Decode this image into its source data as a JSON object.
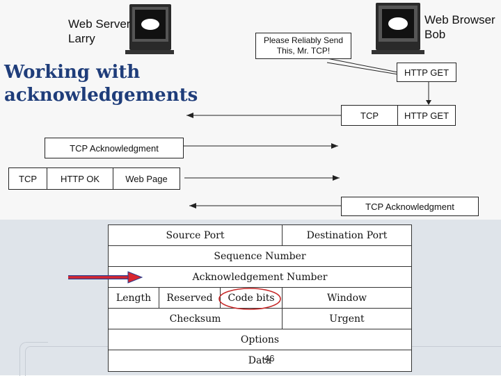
{
  "slide": {
    "title_line1": "Working with",
    "title_line2": "acknowledgements",
    "page_number": "46"
  },
  "illustration": {
    "server_label_line1": "Web Server",
    "server_label_line2": "Larry",
    "browser_label_line1": "Web Browser",
    "browser_label_line2": "Bob",
    "note_line1": "Please Reliably Send",
    "note_line2": "This, Mr. TCP!",
    "msg_http_get": "HTTP GET",
    "msg_tcp": "TCP",
    "msg_http_get_2": "HTTP GET",
    "msg_tcp_ack_1": "TCP Acknowledgment",
    "msg_tcp_2": "TCP",
    "msg_http_ok": "HTTP OK",
    "msg_web_page": "Web Page",
    "msg_tcp_ack_2": "TCP Acknowledgment"
  },
  "tcp_header": {
    "source_port": "Source Port",
    "destination_port": "Destination Port",
    "sequence_number": "Sequence Number",
    "acknowledgement_number": "Acknowledgement Number",
    "length": "Length",
    "reserved": "Reserved",
    "code_bits": "Code bits",
    "window": "Window",
    "checksum": "Checksum",
    "urgent": "Urgent",
    "options": "Options",
    "data": "Data"
  },
  "colors": {
    "title": "#1f3d7a",
    "arrow": "#d8262f",
    "circle": "#c62828"
  }
}
